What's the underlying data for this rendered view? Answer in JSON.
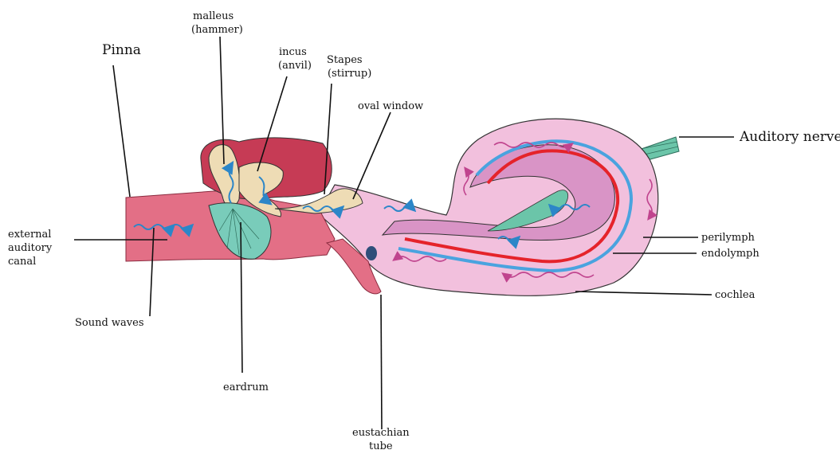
{
  "labels": {
    "malleus": [
      "malleus",
      "(hammer)"
    ],
    "pinna": "Pinna",
    "incus": [
      "incus",
      "(anvil)"
    ],
    "stapes": [
      "Stapes",
      "(stirrup)"
    ],
    "oval_window": "oval window",
    "auditory_nerve": "Auditory nerve",
    "external_canal": [
      "external",
      "auditory",
      "canal"
    ],
    "perilymph": "perilymph",
    "endolymph": "endolymph",
    "cochlea": "cochlea",
    "sound_waves": "Sound waves",
    "eardrum": "eardrum",
    "eustachian": [
      "eustachian",
      "tube"
    ]
  },
  "colors": {
    "canal": "#e36f86",
    "bone": "#c63b55",
    "ossicle": "#eedcb5",
    "eardrum": "#79ccba",
    "cochlea": "#f2c0dd",
    "cochlea_inner": "#d994c6",
    "nerve": "#6bc5a9",
    "wave_blue": "#2c86c8",
    "wave_pink": "#c0448e",
    "basilar_red": "#e5232a",
    "basilar_blue": "#4aa3df"
  }
}
